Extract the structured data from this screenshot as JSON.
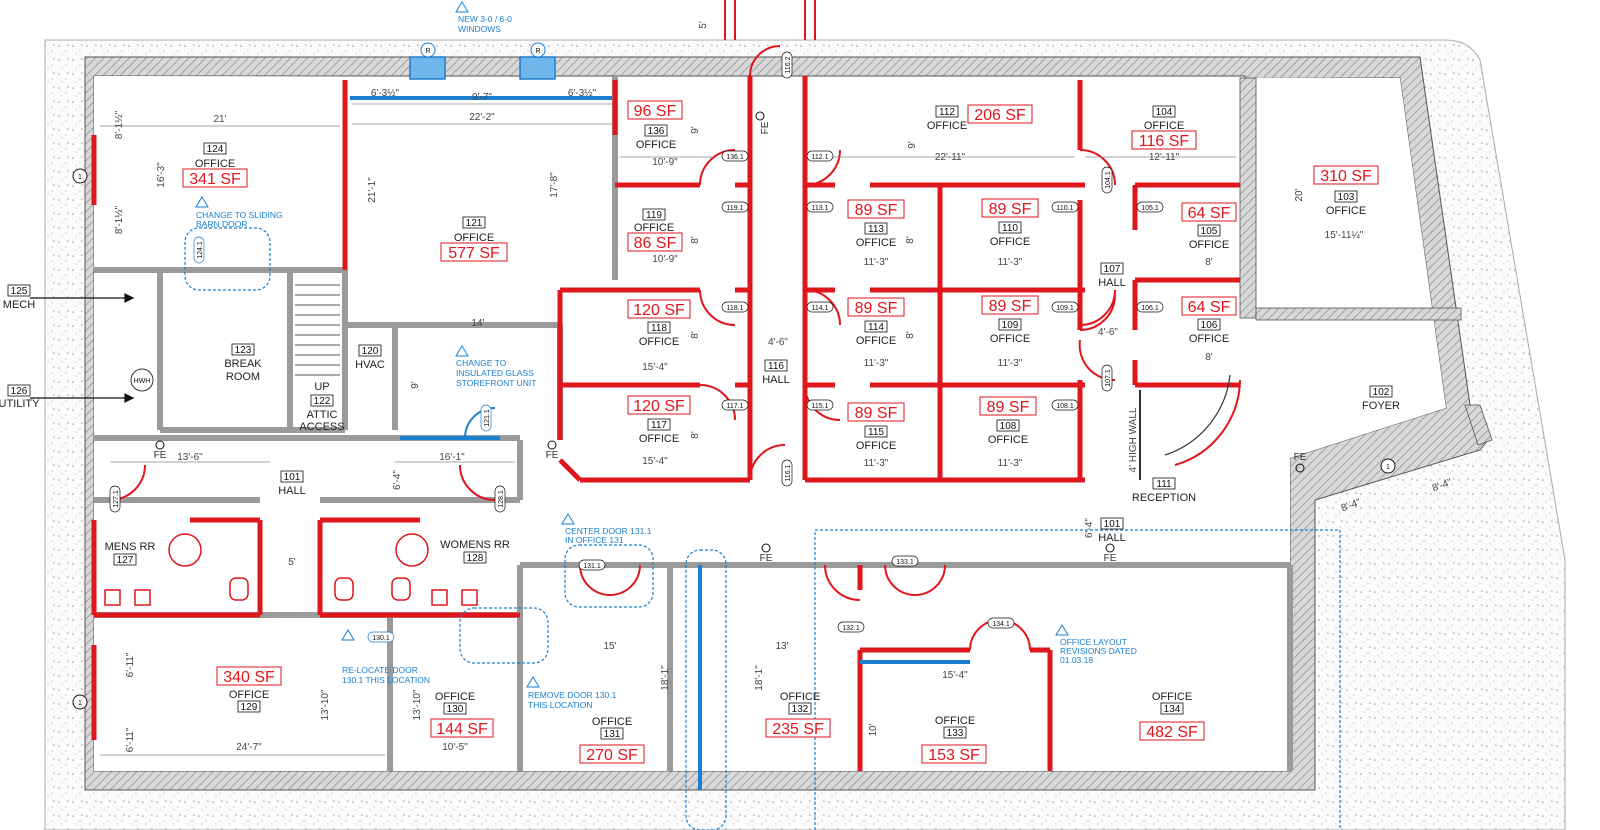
{
  "colors": {
    "new_wall": "#e0161d",
    "existing_wall": "#9a9a9a",
    "revision": "#1a7fd0",
    "text": "#222222"
  },
  "rooms": {
    "r124": {
      "num": "124",
      "name": "OFFICE",
      "sf": "341 SF"
    },
    "r121": {
      "num": "121",
      "name": "OFFICE",
      "sf": "577 SF"
    },
    "r136": {
      "num": "136",
      "name": "OFFICE",
      "sf": "96 SF"
    },
    "r119": {
      "num": "119",
      "name": "OFFICE",
      "sf": "86 SF"
    },
    "r118": {
      "num": "118",
      "name": "OFFICE",
      "sf": "120 SF"
    },
    "r117": {
      "num": "117",
      "name": "OFFICE",
      "sf": "120 SF"
    },
    "r112": {
      "num": "112",
      "name": "OFFICE",
      "sf": "206 SF"
    },
    "r104": {
      "num": "104",
      "name": "OFFICE",
      "sf": "116 SF"
    },
    "r103": {
      "num": "103",
      "name": "OFFICE",
      "sf": "310 SF"
    },
    "r113": {
      "num": "113",
      "name": "OFFICE",
      "sf": "89 SF"
    },
    "r110": {
      "num": "110",
      "name": "OFFICE",
      "sf": "89 SF"
    },
    "r105": {
      "num": "105",
      "name": "OFFICE",
      "sf": "64 SF"
    },
    "r114": {
      "num": "114",
      "name": "OFFICE",
      "sf": "89 SF"
    },
    "r109": {
      "num": "109",
      "name": "OFFICE",
      "sf": "89 SF"
    },
    "r106": {
      "num": "106",
      "name": "OFFICE",
      "sf": "64 SF"
    },
    "r115": {
      "num": "115",
      "name": "OFFICE",
      "sf": "89 SF"
    },
    "r108": {
      "num": "108",
      "name": "OFFICE",
      "sf": "89 SF"
    },
    "r129": {
      "num": "129",
      "name": "OFFICE",
      "sf": "340 SF"
    },
    "r130": {
      "num": "130",
      "name": "OFFICE",
      "sf": "144 SF"
    },
    "r131": {
      "num": "131",
      "name": "OFFICE",
      "sf": "270 SF"
    },
    "r132": {
      "num": "132",
      "name": "OFFICE",
      "sf": "235 SF"
    },
    "r133": {
      "num": "133",
      "name": "OFFICE",
      "sf": "153 SF"
    },
    "r134": {
      "num": "134",
      "name": "OFFICE",
      "sf": "482 SF"
    },
    "r125": {
      "num": "125",
      "name": "MECH"
    },
    "r126": {
      "num": "126",
      "name": "UTILITY"
    },
    "r123": {
      "num": "123",
      "name1": "BREAK",
      "name2": "ROOM"
    },
    "r122": {
      "num": "122",
      "name1": "ATTIC",
      "name2": "ACCESS",
      "up": "UP"
    },
    "r120": {
      "num": "120",
      "name": "HVAC"
    },
    "r116": {
      "num": "116",
      "name": "HALL"
    },
    "r107": {
      "num": "107",
      "name": "HALL"
    },
    "r101a": {
      "num": "101",
      "name": "HALL"
    },
    "r101b": {
      "num": "101",
      "name": "HALL"
    },
    "r102": {
      "num": "102",
      "name": "FOYER"
    },
    "r111": {
      "num": "111",
      "name": "RECEPTION"
    },
    "r127": {
      "num": "127",
      "name": "MENS RR"
    },
    "r128": {
      "num": "128",
      "name": "WOMENS RR"
    }
  },
  "dims": {
    "d21": "21'",
    "d222": "22'-2\"",
    "d97": "9'-7\"",
    "d632a": "6'-3½\"",
    "d632b": "6'-3½\"",
    "d163": "16'-3\"",
    "d812a": "8'-1½\"",
    "d812b": "8'-1½\"",
    "d211": "21'-1\"",
    "d178": "17'-8\"",
    "d109a": "10'-9\"",
    "d109b": "10'-9\"",
    "d9a": "9'",
    "d8a": "8'",
    "d154a": "15'-4\"",
    "d154b": "15'-4\"",
    "d8b": "8'",
    "d8c": "8'",
    "d46a": "4'-6\"",
    "d2211": "22'-11\"",
    "d9b": "9'",
    "d1211": "12'-11\"",
    "d113a": "11'-3\"",
    "d113b": "11'-3\"",
    "d113c": "11'-3\"",
    "d113d": "11'-3\"",
    "d113e": "11'-3\"",
    "d113f": "11'-3\"",
    "d8d": "8'",
    "d8e": "8'",
    "d8f": "8'",
    "d8g": "8'",
    "d46b": "4'-6\"",
    "d20": "20'",
    "d15114": "15'-11¼\"",
    "d14": "14'",
    "d9c": "9'",
    "d136": "13'-6\"",
    "d161": "16'-1\"",
    "d64a": "6'-4\"",
    "d5": "5'",
    "d64b": "6'-4\"",
    "d611a": "6'-11\"",
    "d611b": "6'-11\"",
    "d247": "24'-7\"",
    "d1310a": "13'-10\"",
    "d1310b": "13'-10\"",
    "d105": "10'-5\"",
    "d15": "15'",
    "d13": "13'",
    "d181a": "18'-1\"",
    "d181b": "18'-1\"",
    "d154c": "15'-4\"",
    "d10": "10'",
    "d84a": "8'-4\"",
    "d84b": "8'-4\"",
    "d5top": "5'",
    "hwall": "4' HIGH WALL"
  },
  "doors": [
    "136.1",
    "112.1",
    "119.1",
    "113.1",
    "110.1",
    "105.1",
    "118.1",
    "114.1",
    "109.1",
    "106.1",
    "117.1",
    "115.1",
    "108.1",
    "116.1",
    "104.1",
    "107.1",
    "116.2",
    "124.1",
    "121.1",
    "127.1",
    "128.1",
    "130.1",
    "131.1",
    "133.1",
    "132.1",
    "134.1"
  ],
  "notes": {
    "windows1": "NEW 3-0 / 6-0",
    "windows2": "WINDOWS",
    "barn1": "CHANGE TO SLIDING",
    "barn2": "BARN DOOR",
    "glass1": "CHANGE TO",
    "glass2": "INSULATED GLASS",
    "glass3": "STOREFRONT UNIT",
    "center1": "CENTER DOOR 131.1",
    "center2": "IN OFFICE 131",
    "relocate1": "RE-LOCATE DOOR",
    "relocate2": "130.1 THIS LOCATION",
    "remove1": "REMOVE DOOR 130.1",
    "remove2": "THIS LOCATION",
    "layout1": "OFFICE LAYOUT",
    "layout2": "REVISIONS DATED",
    "layout3": "01.03.18"
  },
  "symbols": {
    "fe": "FE",
    "hwh": "HWH",
    "tag_r": "R",
    "tag_1": "1",
    "rev": "1"
  }
}
